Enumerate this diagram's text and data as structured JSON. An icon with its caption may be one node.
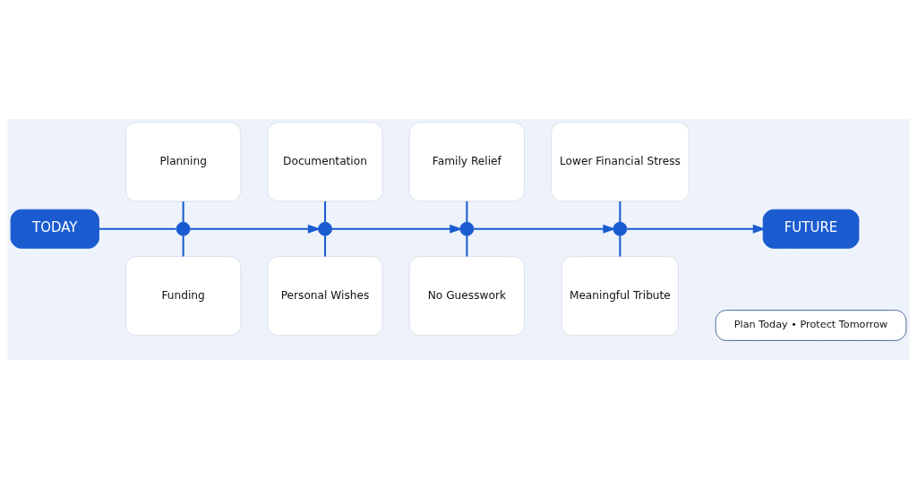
{
  "diagram": {
    "nodes": [
      {
        "text": [
          "TODAY"
        ]
      },
      {
        "text": [
          "Planning"
        ]
      },
      {
        "text": [
          "Funding"
        ]
      },
      {
        "text": [
          "Documentation"
        ]
      },
      {
        "text": [
          "Personal Wishes"
        ]
      },
      {
        "text": [
          "Family Relief"
        ]
      },
      {
        "text": [
          "No Guesswork"
        ]
      },
      {
        "text": [
          "Lower Financial Stress"
        ]
      },
      {
        "text": [
          "Meaningful Tribute"
        ]
      },
      {
        "text": [
          "FUTURE"
        ]
      },
      {
        "text": [],
        "shape": "circle"
      },
      {
        "text": [],
        "shape": "circle"
      },
      {
        "text": [],
        "shape": "circle"
      },
      {
        "text": [],
        "shape": "circle"
      },
      {
        "text": [
          "Plan Today • Protect Tomorrow"
        ]
      }
    ],
    "edges": [
      {
        "from": 0,
        "to": 10,
        "arrow": "none"
      },
      {
        "from": 10,
        "to": 11,
        "arrow": "to"
      },
      {
        "from": 11,
        "to": 12,
        "arrow": "to"
      },
      {
        "from": 12,
        "to": 13,
        "arrow": "to"
      },
      {
        "from": 13,
        "to": 9,
        "arrow": "to"
      },
      {
        "from": 1,
        "to": 10,
        "arrow": "none"
      },
      {
        "from": 10,
        "to": 2,
        "arrow": "none"
      },
      {
        "from": 3,
        "to": 11,
        "arrow": "none"
      },
      {
        "from": 11,
        "to": 4,
        "arrow": "none"
      },
      {
        "from": 5,
        "to": 12,
        "arrow": "none"
      },
      {
        "from": 12,
        "to": 6,
        "arrow": "none"
      },
      {
        "from": 7,
        "to": 13,
        "arrow": "none"
      },
      {
        "from": 13,
        "to": 8,
        "arrow": "none"
      }
    ]
  }
}
